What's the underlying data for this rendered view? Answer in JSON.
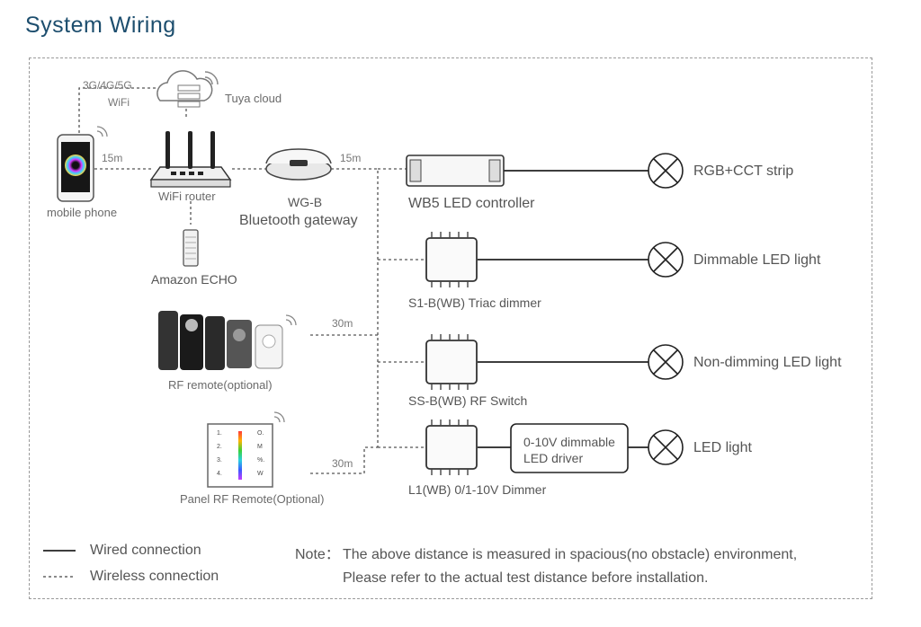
{
  "title": "System Wiring",
  "cloud": {
    "network": "3G/4G/5G",
    "wifi": "WiFi",
    "label": "Tuya cloud"
  },
  "devices": {
    "phone": "mobile phone",
    "router": "WiFi router",
    "echo": "Amazon ECHO",
    "gateway_model": "WG-B",
    "gateway_name": "Bluetooth gateway",
    "rf_remote": "RF remote(optional)",
    "panel_remote": "Panel RF Remote(Optional)"
  },
  "distances": {
    "phone_router": "15m",
    "gateway_controller": "15m",
    "rf_remote": "30m",
    "panel_remote": "30m"
  },
  "controllers": [
    {
      "label": "WB5  LED controller",
      "load": "RGB+CCT strip"
    },
    {
      "label": "S1-B(WB) Triac dimmer",
      "load": "Dimmable LED  light"
    },
    {
      "label": "SS-B(WB)  RF Switch",
      "load": "Non-dimming LED light"
    },
    {
      "label": "L1(WB)  0/1-10V Dimmer",
      "load": "LED light"
    }
  ],
  "driver": {
    "line1": "0-10V dimmable",
    "line2": "LED  driver"
  },
  "panel_keys": [
    "1.",
    "2.",
    "3.",
    "4.",
    "O.",
    "M",
    "%.",
    "W"
  ],
  "legend": {
    "wired": "Wired connection",
    "wireless": "Wireless connection"
  },
  "note": {
    "prefix": "Note：",
    "line1": "The above distance is measured in spacious(no obstacle) environment,",
    "line2": "Please refer to the actual test distance before installation."
  },
  "colors": {
    "title": "#1d4e6e",
    "line": "#222222",
    "dash": "#555555"
  }
}
